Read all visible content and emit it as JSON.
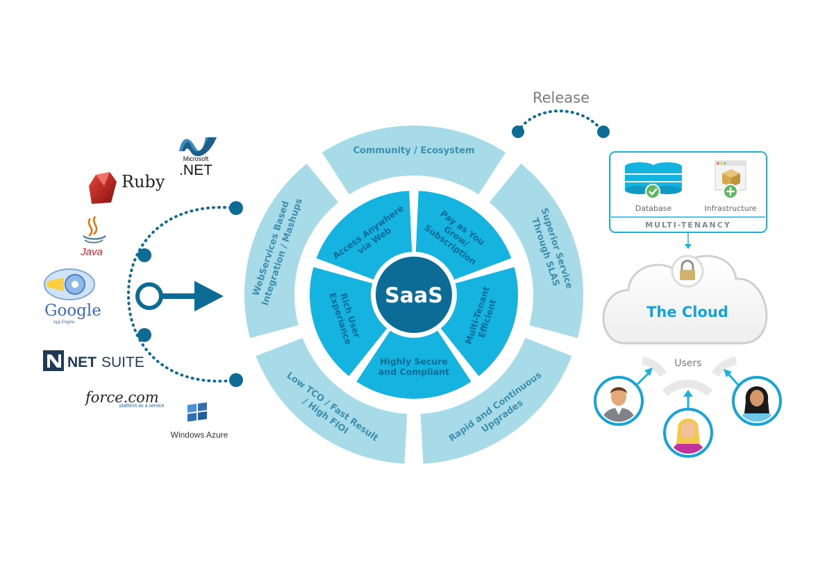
{
  "center": {
    "label": "SaaS"
  },
  "inner_ring": [
    "Access Anywhere via Web",
    "Pay as You Grow/ Subscription",
    "Multi-Tenant Efficient",
    "Highly Secure and Compliant",
    "Rich User Experiance"
  ],
  "outer_ring": [
    "Community / Ecosystem",
    "Superior Service Through SLAS",
    "Rapid and Continuous Upgrades",
    "Low TCO / Fast Result / High FIOI",
    "WebServices Based Integration / Mashups"
  ],
  "release": {
    "label": "Release"
  },
  "multi_tenancy": {
    "title": "MULTI-TENANCY",
    "database_label": "Database",
    "infrastructure_label": "Infrastructure"
  },
  "cloud": {
    "title": "The Cloud"
  },
  "users": {
    "label": "Users"
  },
  "platforms": {
    "dotnet_brand": "Microsoft",
    "dotnet_name": ".NET",
    "ruby": "Ruby",
    "java": "Java",
    "google": "Google",
    "google_sub": "App Engine",
    "netsuite_prefix": "NET",
    "netsuite_suffix": "SUITE",
    "force": "force.com",
    "force_sub": "platform as a service",
    "azure": "Windows Azure"
  },
  "colors": {
    "outer_segment": "#a8dbe8",
    "inner_segment": "#15b3e0",
    "core": "#0d6c95",
    "accent": "#15a4d6"
  }
}
